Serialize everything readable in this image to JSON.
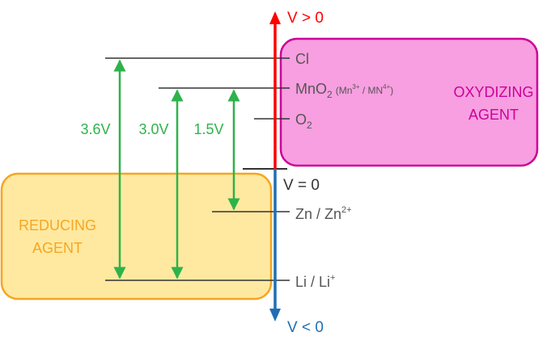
{
  "axis": {
    "top_label": "V > 0",
    "zero_label": "V = 0",
    "bottom_label": "V < 0",
    "positive_color": "#ff0000",
    "negative_color": "#1f6fb4"
  },
  "oxidizing_box": {
    "line1": "OXYDIZING",
    "line2": "AGENT",
    "fill": "#f79fe0",
    "stroke": "#cc0099",
    "text_color": "#cc0099"
  },
  "reducing_box": {
    "line1": "REDUCING",
    "line2": "AGENT",
    "fill": "#ffe9a0",
    "stroke": "#f5a623",
    "text_color": "#f5a623"
  },
  "couples": {
    "cl": "Cl",
    "mno2_main": "MnO",
    "mno2_sub": "2",
    "mno2_note_open": "(Mn",
    "mno2_note_sup1": "3+",
    "mno2_note_mid": " / MN",
    "mno2_note_sup2": "4+",
    "mno2_note_close": ")",
    "o2_main": "O",
    "o2_sub": "2",
    "zn_main": "Zn / Zn",
    "zn_sup": "2+",
    "li_main": "Li / Li",
    "li_sup": "+"
  },
  "voltages": {
    "v1": "3.6V",
    "v2": "3.0V",
    "v3": "1.5V",
    "color": "#2db34a"
  },
  "text_color": "#555555"
}
